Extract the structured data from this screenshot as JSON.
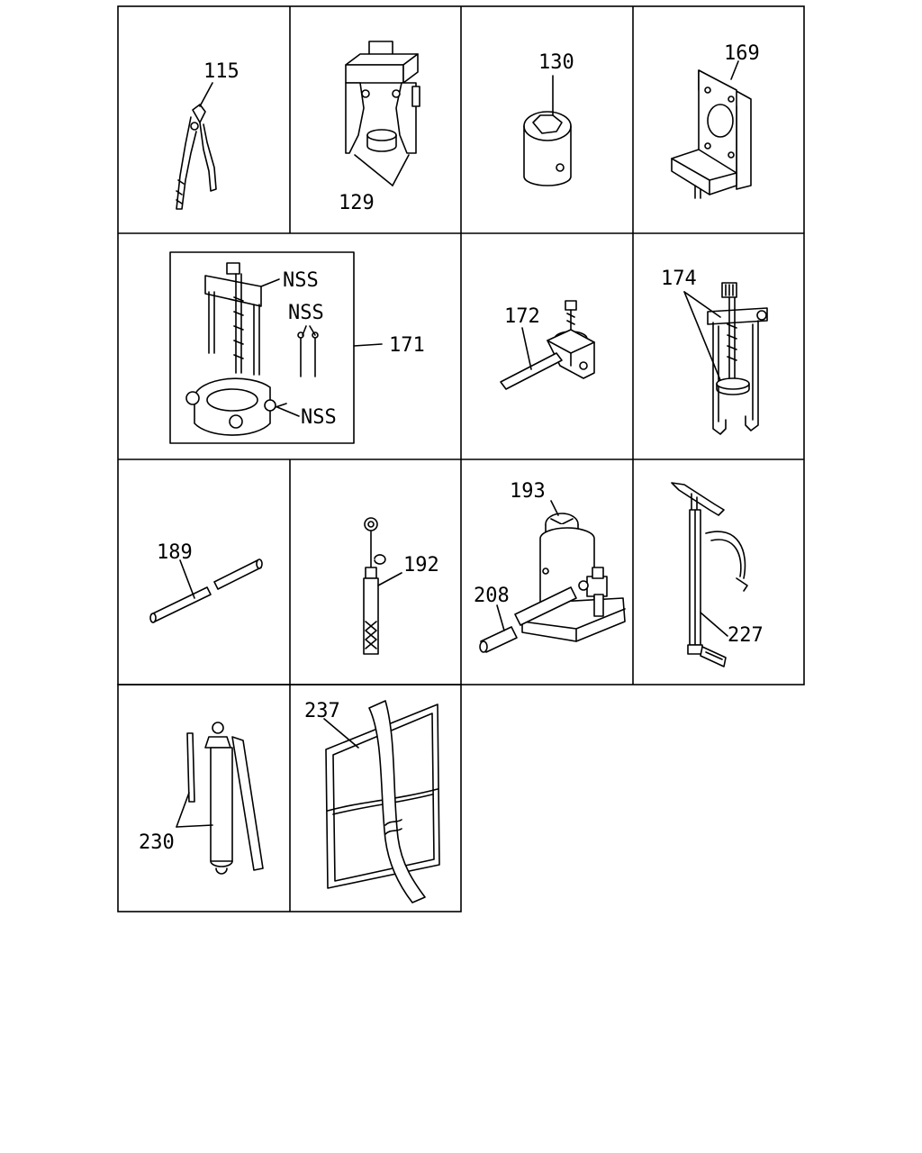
{
  "labels": {
    "c115": "115",
    "c129": "129",
    "c130": "130",
    "c169": "169",
    "c171": "171",
    "nss_a": "NSS",
    "nss_b": "NSS",
    "nss_c": "NSS",
    "c172": "172",
    "c174": "174",
    "c189": "189",
    "c192": "192",
    "c193": "193",
    "c208": "208",
    "c227": "227",
    "c230": "230",
    "c237": "237"
  }
}
